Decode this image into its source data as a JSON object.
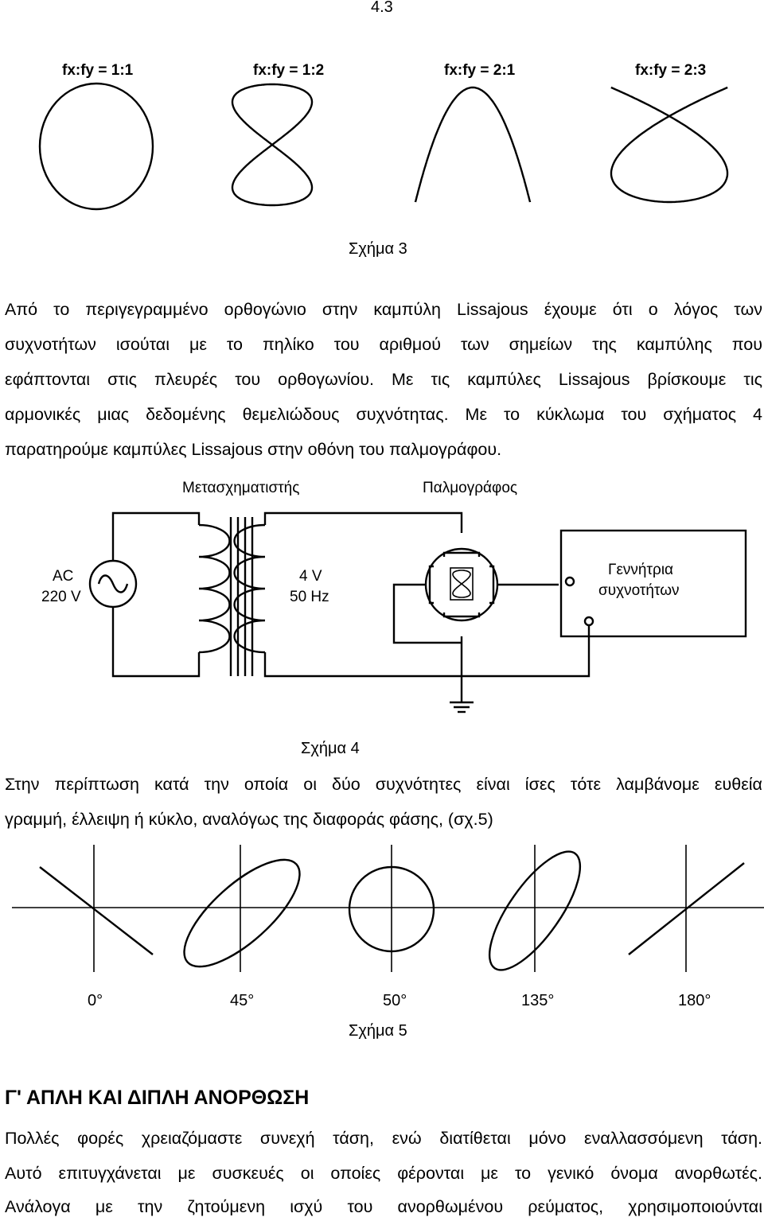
{
  "page_number": "4.3",
  "figure3": {
    "ratios": [
      "fx:fy = 1:1",
      "fx:fy = 1:2",
      "fx:fy = 2:1",
      "fx:fy = 2:3"
    ],
    "caption": "Σχήμα 3"
  },
  "paragraph1": [
    "Από το περιγεγραμμένο ορθογώνιο στην καμπύλη Lissajous έχουμε ότι ο λόγος των",
    "συχνοτήτων ισούται με το πηλίκο του αριθμού των σημείων της καμπύλης που",
    "εφάπτονται στις πλευρές του ορθογωνίου. Με τις καμπύλες Lissajous βρίσκουμε τις",
    "αρμονικές μιας δεδομένης θεμελιώδους συχνότητας. Με το κύκλωμα του σχήματος 4",
    "παρατηρούμε καμπύλες Lissajous στην οθόνη του παλμογράφου."
  ],
  "figure4": {
    "transformer_label": "Μετασχηματιστής",
    "oscilloscope_label": "Παλμογράφος",
    "source_label_1": "AC",
    "source_label_2": "220 V",
    "secondary_label_1": "4 V",
    "secondary_label_2": "50 Hz",
    "generator_label_1": "Γεννήτρια",
    "generator_label_2": "συχνοτήτων",
    "caption": "Σχήμα 4"
  },
  "paragraph2": [
    "Στην περίπτωση κατά την οποία οι δύο συχνότητες είναι ίσες τότε λαμβάνομε ευθεία",
    "γραμμή, έλλειψη ή κύκλο, αναλόγως της διαφοράς φάσης, (σχ.5)"
  ],
  "figure5": {
    "phase_labels": [
      "0°",
      "45°",
      "50°",
      "135°",
      "180°"
    ],
    "caption": "Σχήμα 5"
  },
  "section_heading": "Γ' ΑΠΛΗ ΚΑΙ ΔΙΠΛΗ ΑΝΟΡΘΩΣΗ",
  "paragraph3": [
    "Πολλές φορές χρειαζόμαστε συνεχή τάση, ενώ διατίθεται μόνο εναλλασσόμενη τάση.",
    "Αυτό επιτυγχάνεται με συσκευές οι οποίες φέρονται με το γενικό όνομα ανορθωτές.",
    "Ανάλογα με την ζητούμενη ισχύ του ανορθωμένου ρεύματος, χρησιμοποιούνται"
  ]
}
